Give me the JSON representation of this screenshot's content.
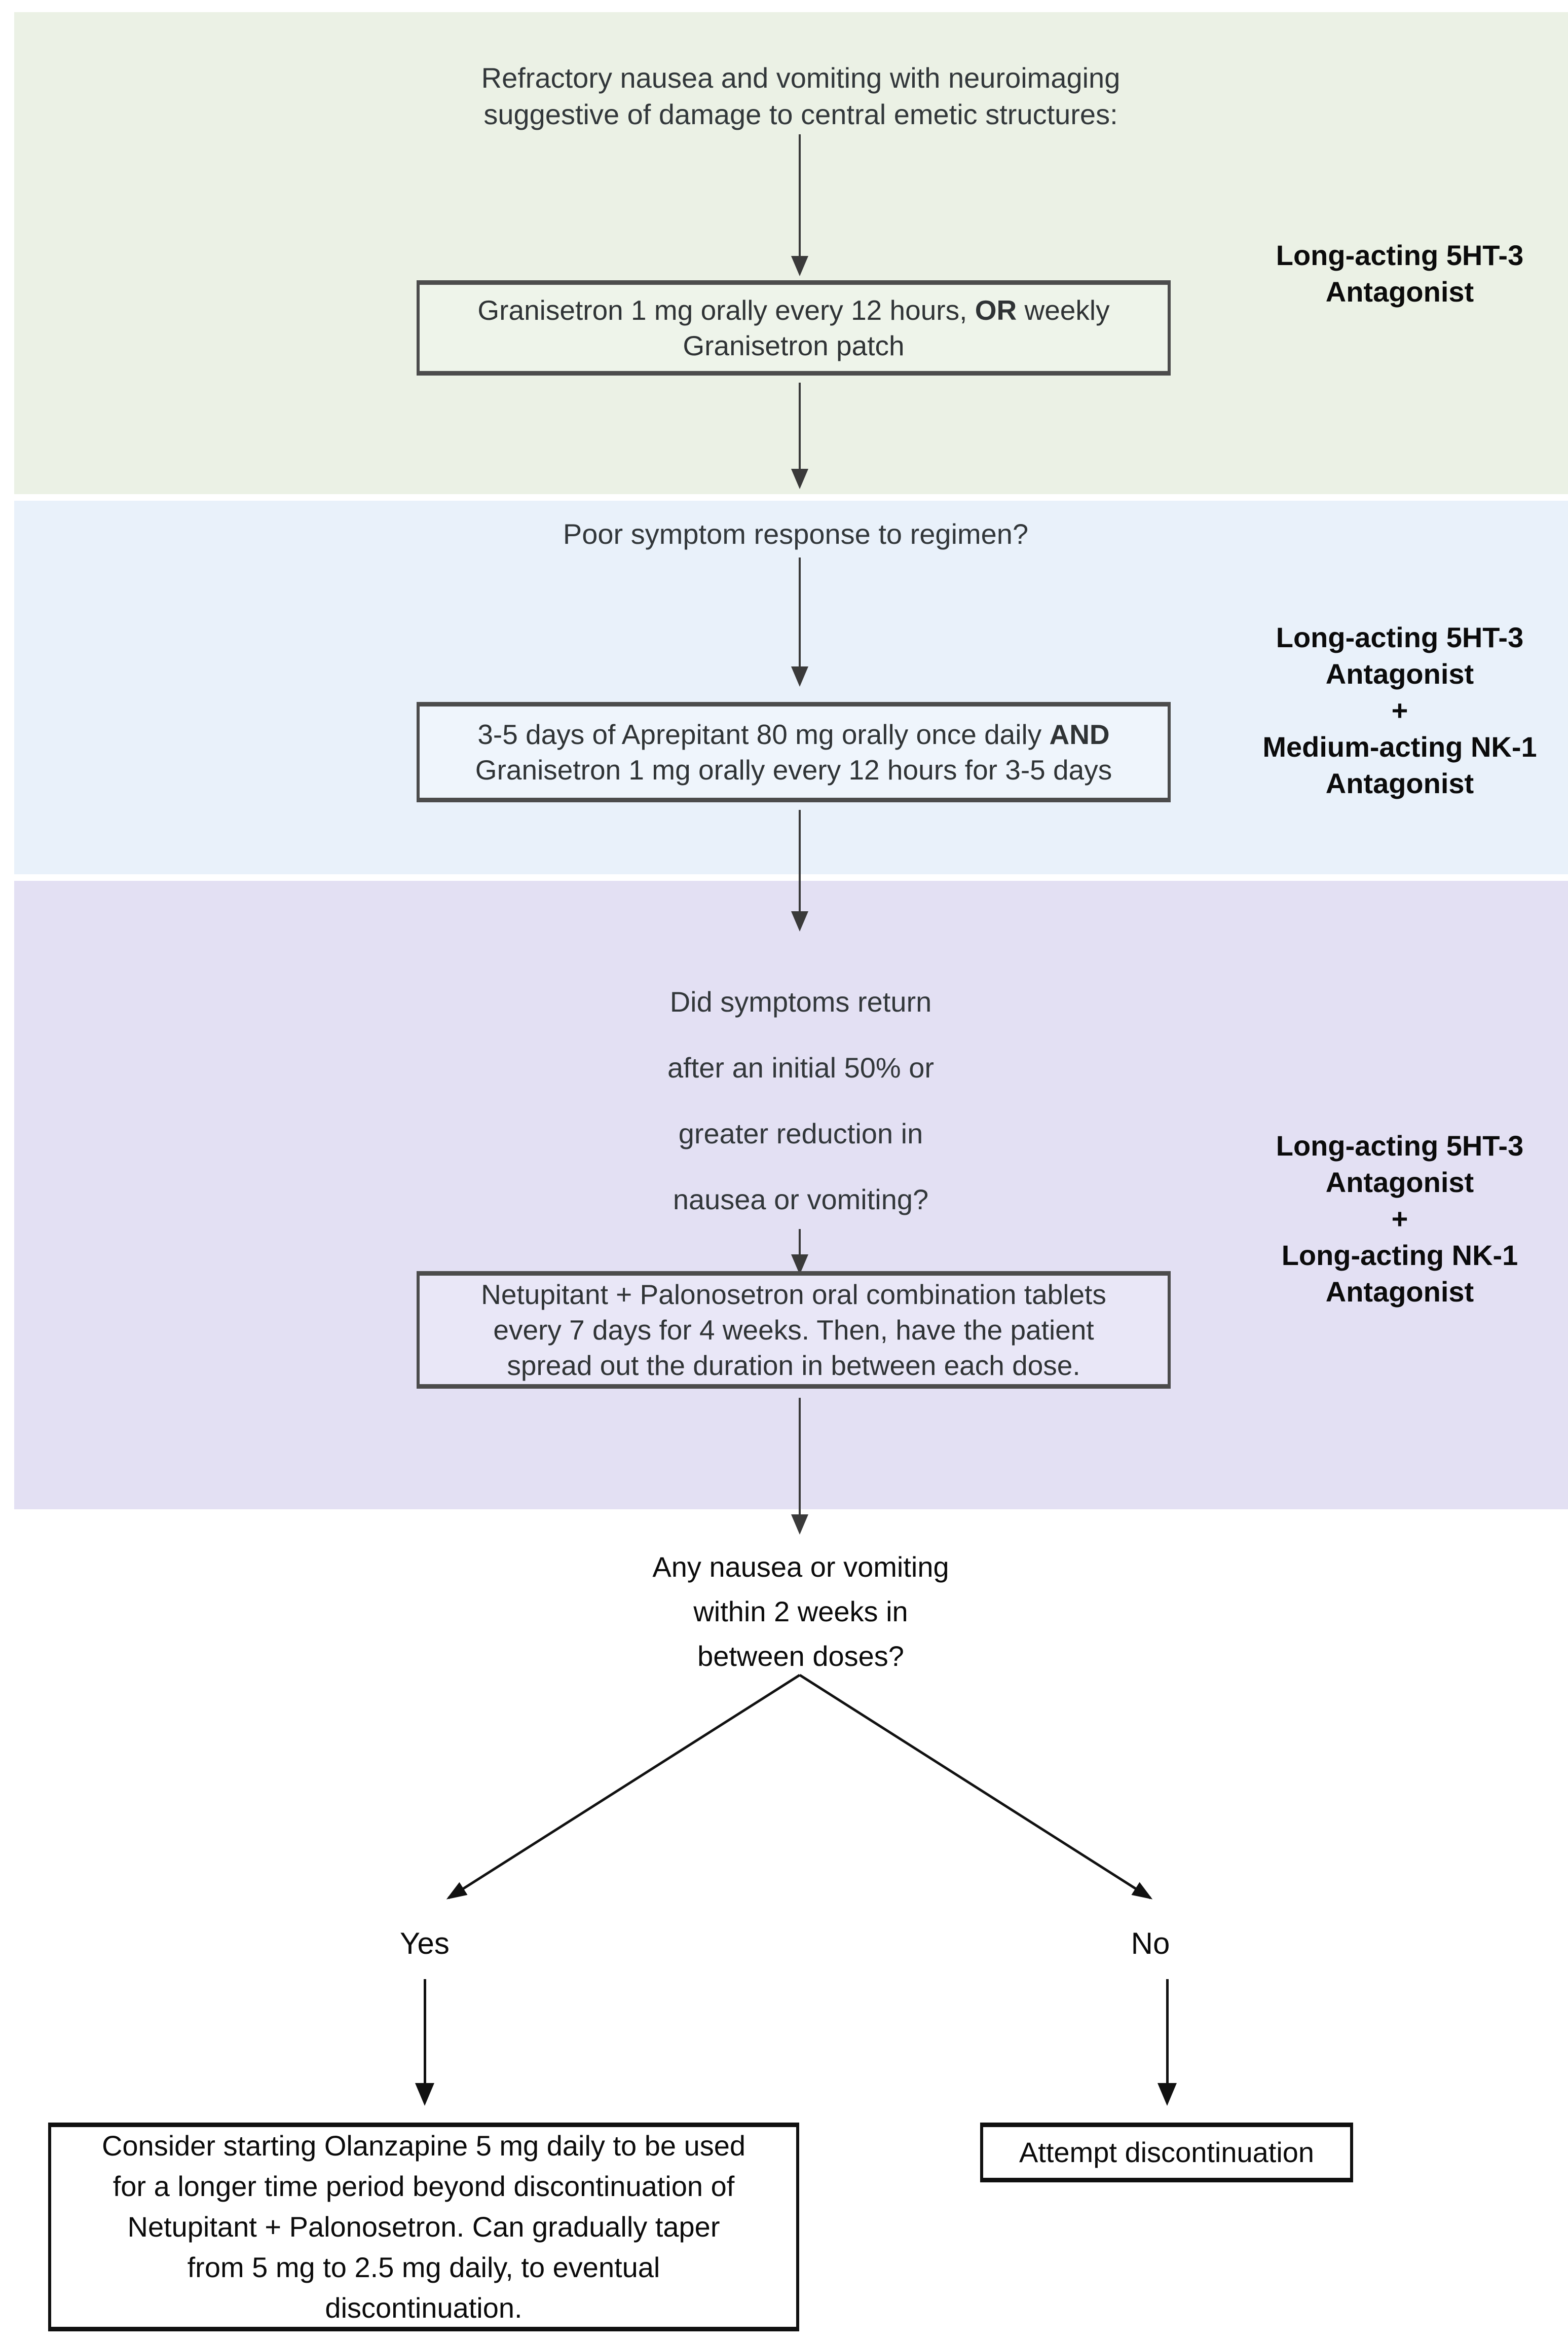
{
  "colors": {
    "band_green": "#ebf1e5",
    "band_blue": "#e9f1fa",
    "band_purple": "#e3e0f3",
    "box_fill_green": "#eef4ea",
    "box_fill_blue": "#eff5fc",
    "box_fill_purple": "#e9e7f7",
    "box_border": "#4c4c4c",
    "arrow": "#3a3a3a",
    "bottom_black": "#111111"
  },
  "top_question": {
    "lines": [
      "Refractory nausea and vomiting with neuroimaging",
      "suggestive of damage to central emetic structures:"
    ]
  },
  "box1": {
    "line1_pre": "Granisetron 1 mg orally every 12 hours, ",
    "line1_bold": "OR",
    "line1_post": " weekly",
    "line2": "Granisetron patch"
  },
  "label1": {
    "lines": [
      "Long-acting 5HT-3",
      "Antagonist"
    ]
  },
  "q2": {
    "text": "Poor symptom response to regimen?"
  },
  "box2": {
    "line1_pre": "3-5 days of Aprepitant 80 mg orally once daily ",
    "line1_bold": "AND",
    "line2": "Granisetron 1 mg orally every 12 hours for 3-5 days"
  },
  "label2": {
    "lines": [
      "Long-acting 5HT-3",
      "Antagonist",
      "+",
      "Medium-acting NK-1",
      "Antagonist"
    ]
  },
  "q3": {
    "lines": [
      "Did symptoms return",
      "after an initial 50% or",
      "greater reduction in",
      "nausea or vomiting?"
    ]
  },
  "box3": {
    "lines": [
      "Netupitant + Palonosetron oral combination tablets",
      "every 7 days for 4 weeks. Then, have the patient",
      "spread out the duration in between each dose."
    ]
  },
  "label3": {
    "lines": [
      "Long-acting 5HT-3",
      "Antagonist",
      "+",
      "Long-acting NK-1",
      "Antagonist"
    ]
  },
  "q4": {
    "lines": [
      "Any nausea or vomiting",
      "within 2 weeks in",
      "between doses?"
    ]
  },
  "decision": {
    "yes": "Yes",
    "no": "No"
  },
  "box_yes": {
    "lines": [
      "Consider starting Olanzapine 5 mg daily to be used",
      "for a longer time period beyond discontinuation of",
      "Netupitant + Palonosetron. Can gradually taper",
      "from 5 mg to 2.5 mg daily, to eventual",
      "discontinuation."
    ]
  },
  "box_no": {
    "text": "Attempt discontinuation"
  }
}
